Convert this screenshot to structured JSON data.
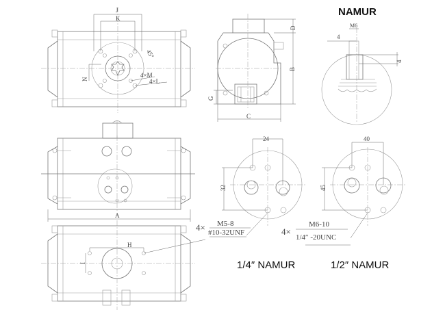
{
  "drawing": {
    "title": "NAMUR",
    "views": {
      "front_top": {
        "labels": {
          "j": "J",
          "k": "K",
          "angle": "45°",
          "n": "N",
          "m": "4×M",
          "l": "4×L"
        }
      },
      "side": {
        "labels": {
          "d": "D",
          "b": "B",
          "g": "G",
          "c": "C"
        }
      },
      "namur_detail": {
        "title": "NAMUR",
        "labels": {
          "thread": "M6",
          "dim_left": "4",
          "dim_right": "4"
        }
      },
      "front_mid": {
        "labels": {
          "a": "A"
        }
      },
      "bottom": {
        "labels": {
          "h": "H",
          "i": "I"
        }
      },
      "namur_quarter": {
        "caption": "1/4″ NAMUR",
        "dim_width": "24",
        "dim_height": "32",
        "callout_qty": "4×",
        "callout_metric": "M5-8",
        "callout_imperial": "#10-32UNF"
      },
      "namur_half": {
        "caption": "1/2″ NAMUR",
        "dim_width": "40",
        "dim_height": "45",
        "callout_qty": "4×",
        "callout_metric": "M6-10",
        "callout_imperial": "1/4″ -20UNC"
      }
    }
  }
}
